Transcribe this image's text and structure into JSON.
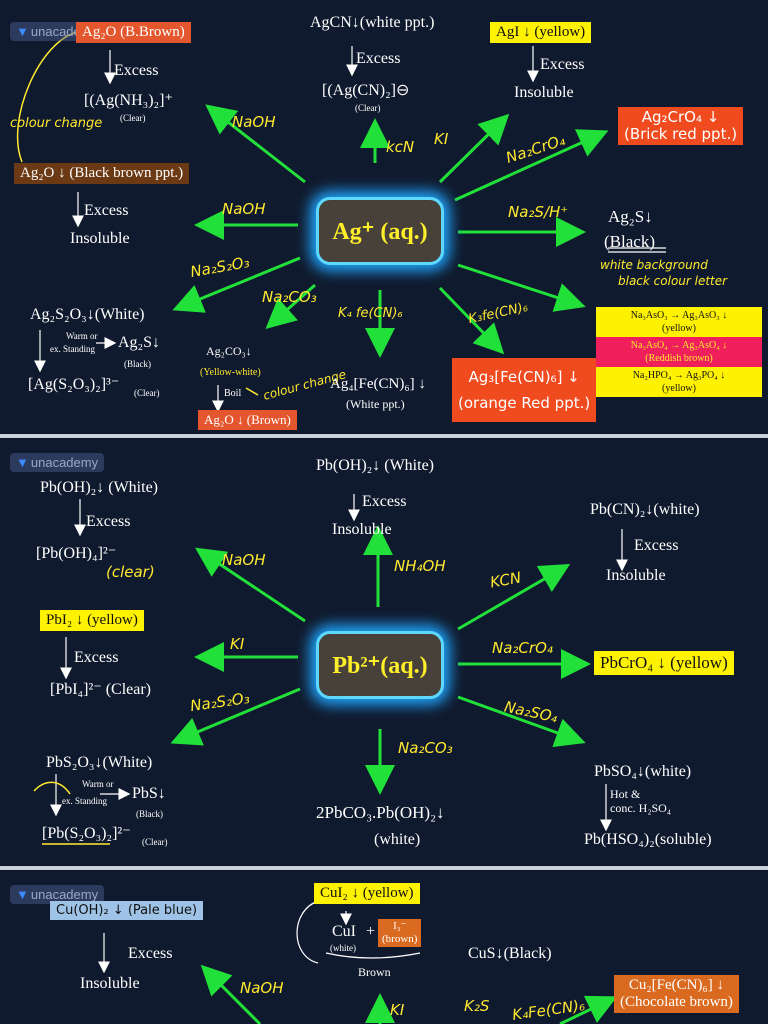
{
  "watermark": "unacademy",
  "ag": {
    "center": "Ag⁺ (aq.)",
    "ag2o_brown": "Ag₂O (B.Brown)",
    "excess1": "Excess",
    "complex1": "[(Ag(NH₃)₂]⁺",
    "clear1": "(Clear)",
    "colour_change": "colour change",
    "naoh_top": "NaOH",
    "ag2o_black": "Ag₂O ↓ (Black brown ppt.)",
    "excess2": "Excess",
    "insoluble1": "Insoluble",
    "naoh_mid": "NaOH",
    "agcn": "AgCN↓(white ppt.)",
    "excess3": "Excess",
    "agcn2": "[(Ag(CN)₂]⊖",
    "clear2": "(Clear)",
    "kcn": "kcN",
    "ki_top": "KI",
    "agi": "AgI ↓ (yellow)",
    "excess4": "Excess",
    "insoluble2": "Insoluble",
    "na2cro4": "Na₂CrO₄",
    "ag2cro4": "Ag₂CrO₄ ↓",
    "ag2cro4_note": "(Brick red ppt.)",
    "na2s": "Na₂S/H⁺",
    "ag2s": "Ag₂S↓",
    "ag2s_note": "(Black)",
    "white_bg_note": "white background",
    "black_letter_note": "black colour letter",
    "na2s2o3": "Na₂S₂O₃",
    "na2co3": "Na₂CO₃",
    "k4fecn": "K₄ fe(CN)₆",
    "k3fecn": "K₃fe(CN)₆",
    "ag2s2o3": "Ag₂S₂O₃↓(White)",
    "warm": "Warm or",
    "standing": "ex. Standing",
    "ag2s_b": "Ag₂S↓",
    "black": "(Black)",
    "ag_s2o3": "[Ag(S₂O₃)₂]³⁻",
    "clear3": "(Clear)",
    "ag2co3": "Ag₂CO₃↓",
    "yellow_white": "(Yellow-white)",
    "boil": "Boil",
    "colour_change2": "colour change",
    "ag2o_brown2": "Ag₂O ↓ (Brown)",
    "ag4fecn": "Ag₄[Fe(CN)₆] ↓",
    "white_ppt": "(White ppt.)",
    "ag3fecn": "Ag₃[Fe(CN)₆] ↓",
    "orange_red": "(orange Red ppt.)",
    "arsenite": "Na₃AsO₃ → Ag₃AsO₃ ↓",
    "arsenite_note": "(yellow)",
    "arsenate": "Na₃AsO₄ → Ag₃AsO₄ ↓",
    "arsenate_note": "(Reddish brown)",
    "phosphate": "Na₂HPO₄ → Ag₃PO₄ ↓",
    "phosphate_note": "(yellow)"
  },
  "pb": {
    "center": "Pb²⁺(aq.)",
    "pboh2_left": "Pb(OH)₂↓ (White)",
    "excess1": "Excess",
    "pboh4": "[Pb(OH)₄]²⁻",
    "clear1": "(clear)",
    "naoh": "NaOH",
    "pboh2_top": "Pb(OH)₂↓ (White)",
    "excess2": "Excess",
    "insoluble1": "Insoluble",
    "nh4oh": "NH₄OH",
    "pbcn2": "Pb(CN)₂↓(white)",
    "excess3": "Excess",
    "insoluble2": "Insoluble",
    "kcn": "KCN",
    "pbi2": "PbI₂ ↓ (yellow)",
    "excess4": "Excess",
    "pbi4": "[PbI₄]²⁻ (Clear)",
    "ki": "KI",
    "na2cro4": "Na₂CrO₄",
    "pbcro4": "PbCrO₄ ↓ (yellow)",
    "na2s2o3": "Na₂S₂O₃",
    "na2so4": "Na₂SO₄",
    "pbs2o3": "PbS₂O₃↓(White)",
    "warm": "Warm or",
    "standing": "ex. Standing",
    "pbs": "PbS↓",
    "black": "(Black)",
    "pb_s2o3": "[Pb(S₂O₃)₂]²⁻",
    "clear2": "(Clear)",
    "na2co3": "Na₂CO₃",
    "basic_carb": "2PbCO₃.Pb(OH)₂↓",
    "white": "(white)",
    "pbso4": "PbSO₄↓(white)",
    "hot": "Hot &",
    "conc": "conc. H₂SO₄",
    "pbhso4": "Pb(HSO₄)₂(soluble)"
  },
  "cu": {
    "cuoh2": "Cu(OH)₂ ↓ (Pale blue)",
    "excess1": "Excess",
    "insoluble1": "Insoluble",
    "naoh": "NaOH",
    "cui2": "CuI₂ ↓ (yellow)",
    "cui": "CuI",
    "plus": "+",
    "white": "(white)",
    "i3": "I₃⁻",
    "brown": "(brown)",
    "brown2": "Brown",
    "ki": "KI",
    "cus": "CuS↓(Black)",
    "k2s": "K₂S",
    "fecn": "K₄Fe(CN)₆",
    "cu2fecn": "Cu₂[Fe(CN)₆] ↓",
    "choc": "(Chocolate brown)"
  }
}
